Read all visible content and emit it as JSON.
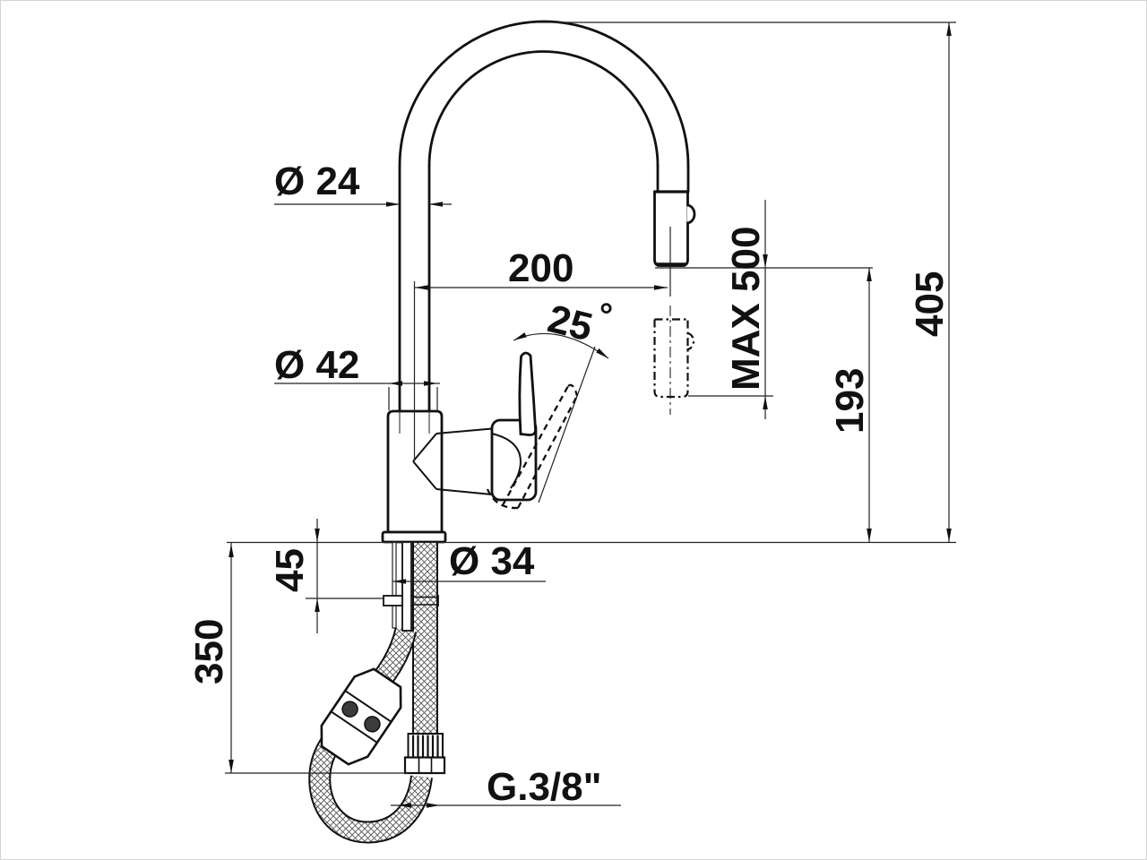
{
  "drawing": {
    "kind": "technical-dimension-drawing",
    "subject": "pull-out kitchen mixer tap, side view with installation dimensions",
    "style": {
      "line_color": "#111111",
      "background": "#ffffff"
    }
  },
  "labels": {
    "spout_diameter": "Ø 24",
    "spout_reach": "200",
    "handle_angle": "25",
    "degree": "°",
    "body_diameter": "Ø 42",
    "max_extension": "MAX 500",
    "outlet_height": "193",
    "total_height": "405",
    "deck_thickness": "45",
    "hose_length": "350",
    "hole_diameter": "Ø 34",
    "thread": "G.3/8\""
  }
}
